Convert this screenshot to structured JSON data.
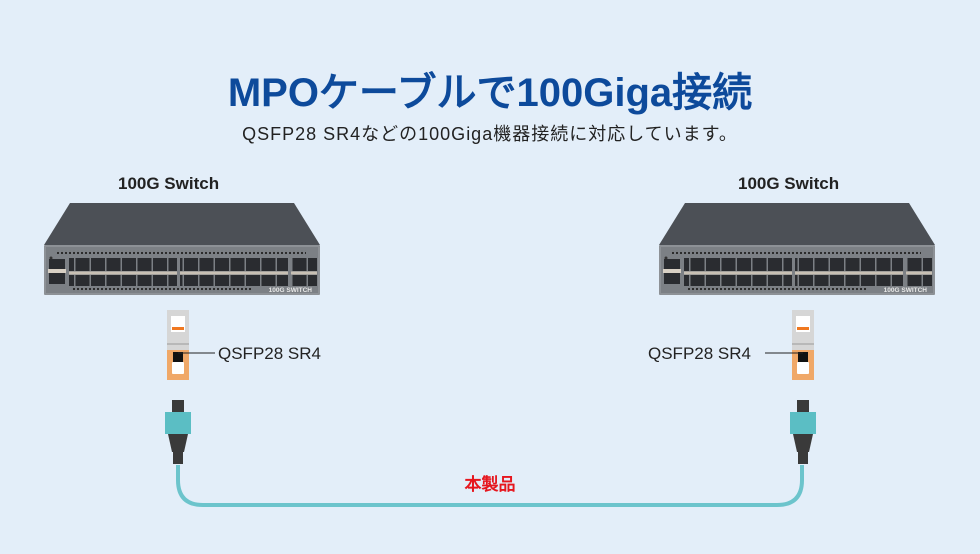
{
  "header": {
    "title": "MPOケーブルで100Giga接続",
    "subtitle": "QSFP28 SR4などの100Giga機器接続に対応しています。"
  },
  "devices": [
    {
      "label": "100G Switch",
      "panel_text": "100G SWITCH",
      "transceiver_label": "QSFP28 SR4"
    },
    {
      "label": "100G Switch",
      "panel_text": "100G SWITCH",
      "transceiver_label": "QSFP28 SR4"
    }
  ],
  "cable": {
    "label": "本製品"
  },
  "colors": {
    "background": "#e3eef9",
    "title": "#0d4a9b",
    "product_label": "#e6161e",
    "cable": "#6cc4cc",
    "transceiver_orange": "#f0a868",
    "switch_body": "#4a4e54"
  }
}
